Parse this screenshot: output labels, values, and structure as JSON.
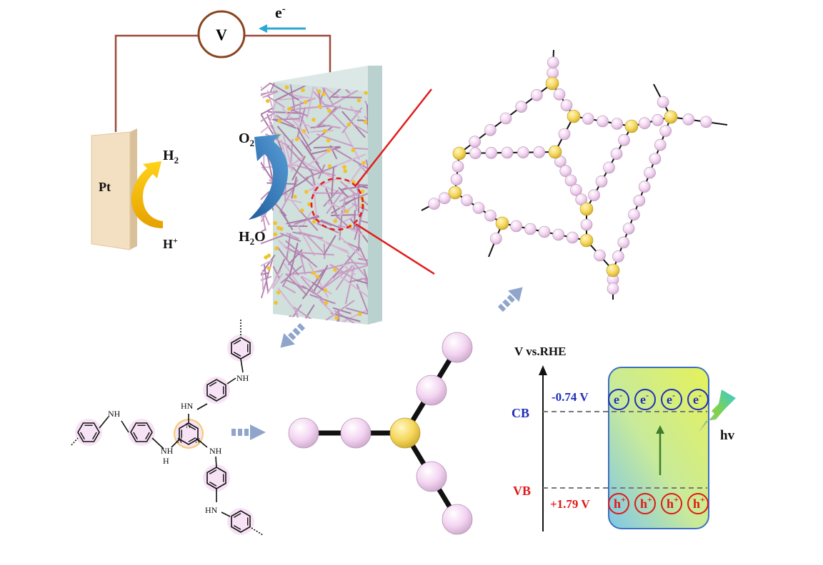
{
  "circuit": {
    "voltmeter": "V",
    "electron": "e",
    "electron_sup": "-",
    "electrode": "Pt",
    "h2": "H",
    "h2_sub": "2",
    "hplus": "H",
    "hplus_sup": "+",
    "o2": "O",
    "o2_sub": "2",
    "h2o_a": "H",
    "h2o_sub": "2",
    "h2o_b": "O"
  },
  "molecule": {
    "nh": "NH",
    "hn": "HN",
    "h": "H",
    "n": "N"
  },
  "band": {
    "axis_label": "V vs.RHE",
    "cb_label": "CB",
    "vb_label": "VB",
    "cb_value": "-0.74 V",
    "vb_value": "+1.79 V",
    "electron": "e",
    "electron_sup": "-",
    "hole": "h",
    "hole_sup": "+",
    "light": "hv"
  },
  "colors": {
    "wire": "#9c4a3c",
    "bead": "#f3d4f1",
    "node": "#f5d75c",
    "cb_blue": "#1f2fb8",
    "vb_red": "#e01818",
    "zoom_red": "#e31b1b",
    "arrow_blue": "#8fa5cc"
  }
}
